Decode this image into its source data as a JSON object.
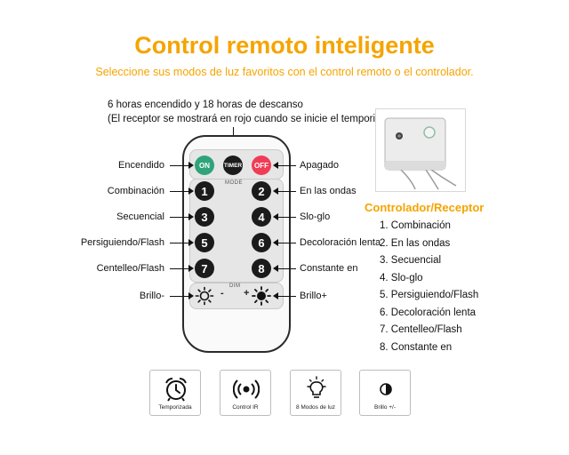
{
  "header": {
    "title": "Control remoto inteligente",
    "subtitle": "Seleccione sus modos de luz favoritos con el control remoto o el controlador."
  },
  "timer_note": {
    "line1": "6 horas encendido y 18 horas de descanso",
    "line2": "(El receptor se mostrará en rojo cuando se inicie el temporizador)"
  },
  "remote": {
    "buttons": {
      "on": "ON",
      "timer": "TIMER",
      "off": "OFF"
    },
    "mode_label": "MODE",
    "dim_label": "DIM",
    "minus": "-",
    "plus": "+",
    "numbers": [
      "1",
      "2",
      "3",
      "4",
      "5",
      "6",
      "7",
      "8"
    ],
    "colors": {
      "on": "#2fa37a",
      "timer": "#1b1b1b",
      "off": "#f03d57"
    }
  },
  "labels_left": [
    "Encendido",
    "Combinación",
    "Secuencial",
    "Persiguiendo/Flash",
    "Centelleo/Flash",
    "Brillo-"
  ],
  "labels_right": [
    "Apagado",
    "En las ondas",
    "Slo-glo",
    "Decoloración lenta",
    "Constante en",
    "Brillo+"
  ],
  "controller": {
    "title": "Controlador/Receptor",
    "modes": [
      "1. Combinación",
      "2. En las ondas",
      "3. Secuencial",
      "4. Slo-glo",
      "5. Persiguiendo/Flash",
      "6. Decoloración lenta",
      "7. Centelleo/Flash",
      "8. Constante en"
    ]
  },
  "features": [
    {
      "icon": "alarm-clock-icon",
      "label": "Temporizada"
    },
    {
      "icon": "ir-signal-icon",
      "label": "Control IR"
    },
    {
      "icon": "light-bulb-icon",
      "label": "8 Modos de luz"
    },
    {
      "icon": "brightness-icon",
      "label": "Brillo +/-"
    }
  ],
  "accent_color": "#f5a400"
}
